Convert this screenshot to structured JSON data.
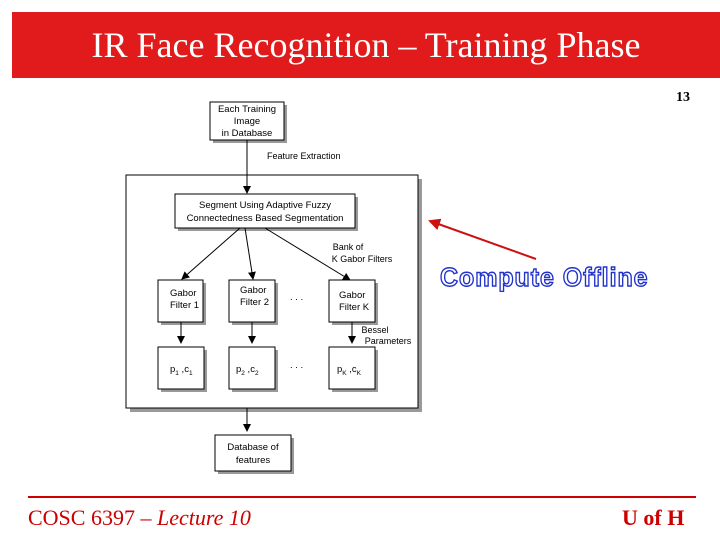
{
  "slide": {
    "title": "IR Face Recognition – Training Phase",
    "number": "13",
    "annotation": "Compute Offline",
    "footer": {
      "course": "COSC 6397 – ",
      "lecture": "Lecture 10",
      "institution": "U of H"
    }
  },
  "diagram": {
    "input_box": [
      "Each Training",
      "Image",
      "in Database"
    ],
    "feature_extraction_label": "Feature Extraction",
    "segment_box": [
      "Segment Using Adaptive Fuzzy",
      "Connectedness Based Segmentation"
    ],
    "bank_label": [
      "Bank of",
      "K Gabor Filters"
    ],
    "filters": [
      [
        "Gabor",
        "Filter 1"
      ],
      [
        "Gabor",
        "Filter 2"
      ],
      [
        "Gabor",
        "Filter K"
      ]
    ],
    "ellipsis": ". . .",
    "bessel_label": [
      "Bessel",
      "Parameters"
    ],
    "params": [
      {
        "p": "p",
        "c": "c",
        "sub": "1"
      },
      {
        "p": "p",
        "c": "c",
        "sub": "2"
      },
      {
        "p": "p",
        "c": "c",
        "sub": "K"
      }
    ],
    "output_box": [
      "Database of",
      "features"
    ]
  },
  "colors": {
    "title_bar": "#e11b1b",
    "footer": "#cc0000",
    "arrow": "#cc1111",
    "annotation_outline": "#2233cc"
  }
}
